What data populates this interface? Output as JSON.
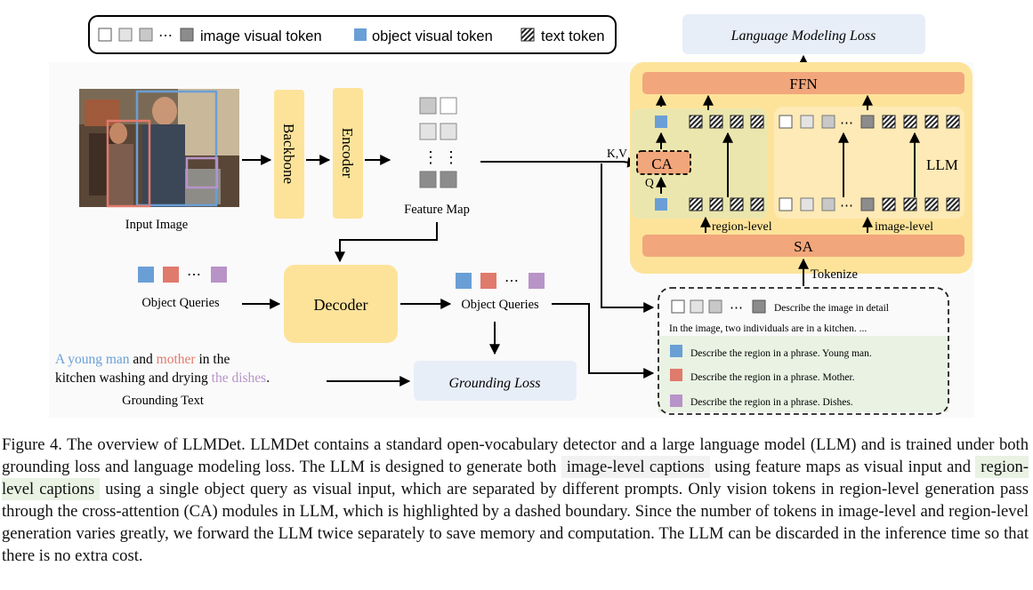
{
  "legend": {
    "image_visual_token": "image visual token",
    "object_visual_token": "object visual token",
    "text_token": "text token"
  },
  "left": {
    "input_image": "Input Image",
    "backbone": "Backbone",
    "encoder": "Encoder",
    "feature_map": "Feature Map",
    "object_queries_in": "Object Queries",
    "decoder": "Decoder",
    "object_queries_out": "Object Queries",
    "grounding_loss": "Grounding Loss",
    "grounding_text_label": "Grounding Text",
    "grounding_text": {
      "p1": "A young man",
      "p2": " and ",
      "p3": "mother",
      "p4": " in the",
      "p5": "kitchen washing and drying ",
      "p6": "the dishes",
      "p7": "."
    },
    "colors": {
      "young_man": "#6a9fd6",
      "mother": "#e07a6c",
      "dishes": "#b893c8"
    }
  },
  "llm": {
    "language_modeling_loss": "Language Modeling Loss",
    "ffn": "FFN",
    "ca": "CA",
    "sa": "SA",
    "llm_label": "LLM",
    "kv": "K,V",
    "q": "Q",
    "region_level": "region-level",
    "image_level": "image-level",
    "tokenize": "Tokenize",
    "dots": "⋯"
  },
  "prompts": {
    "image_prompt": "Describe the image in detail",
    "image_caption": "In the image, two individuals are in a kitchen. ...",
    "region_1": "Describe the region in a phrase. Young man.",
    "region_2": "Describe the region in a phrase. Mother.",
    "region_3": "Describe the region in a phrase. Dishes."
  },
  "caption": {
    "part1": "Figure 4.  The overview of LLMDet. LLMDet contains a standard open-vocabulary detector and a large language model (LLM) and is trained under both grounding loss and language modeling loss. The LLM is designed to generate both ",
    "hl1": "image-level captions",
    "part2": " using feature maps as visual input and ",
    "hl2": "region-level captions",
    "part3": " using a single object query as visual input, which are separated by different prompts. Only vision tokens in region-level generation pass through the cross-attention (CA) modules in LLM, which is highlighted by a dashed boundary. Since the number of tokens in image-level and region-level generation varies greatly, we forward the LLM twice separately to save memory and computation. The LLM can be discarded in the inference time so that there is no extra cost."
  }
}
